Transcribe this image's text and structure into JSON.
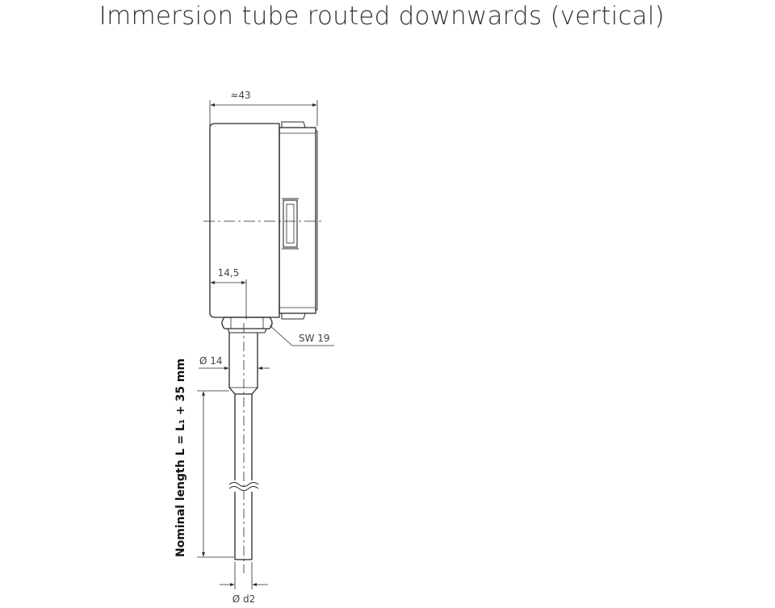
{
  "title": "Immersion tube routed downwards (vertical)",
  "dimensions": {
    "case_depth": "≈43",
    "socket_offset": "14,5",
    "wrench_size": "SW 19",
    "neck_diameter": "Ø 14",
    "stem_diameter": "Ø d2",
    "nominal_length": "Nominal length L = L₁ + 35 mm"
  },
  "colors": {
    "line": "#2a2a2a",
    "text": "#444444",
    "title": "#303030"
  }
}
